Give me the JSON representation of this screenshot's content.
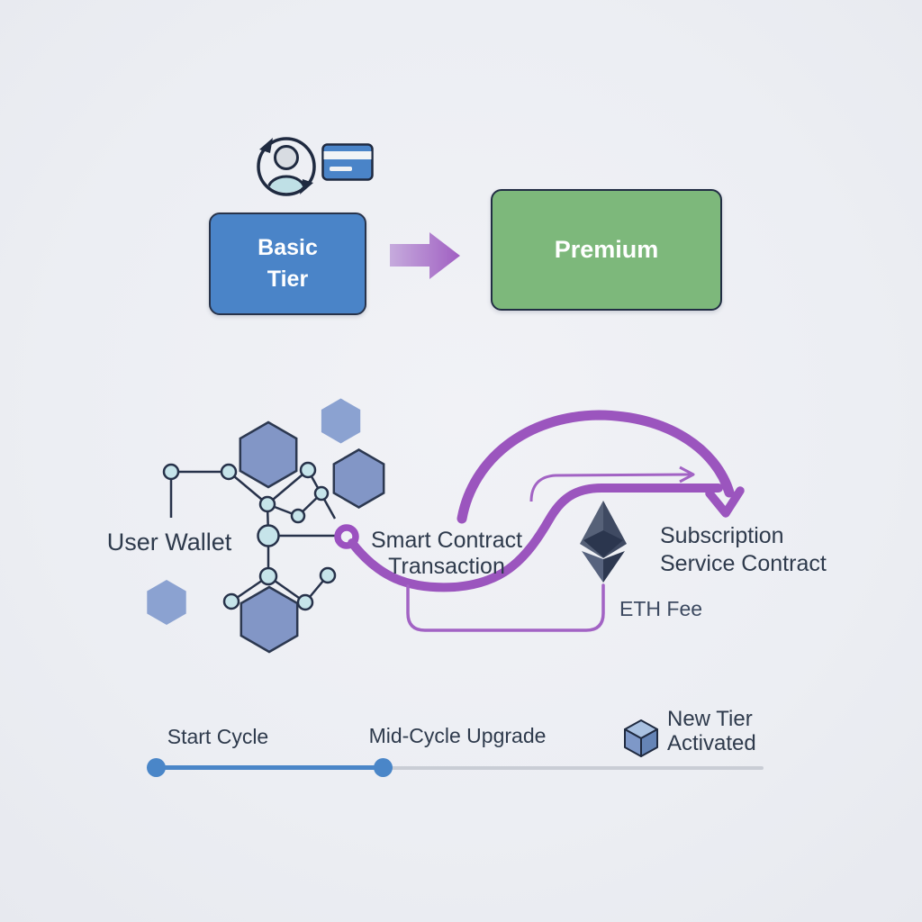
{
  "background": "#edeff4",
  "palette": {
    "tier_blue": "#4a84c8",
    "tier_green": "#7db87b",
    "purple_thick": "#9b55be",
    "purple_thin": "#a263c4",
    "navy_text": "#2e3a4c",
    "hexagon_blue": "#8ba2d1",
    "node_fill": "#c6e4ea",
    "timeline_blue": "#4a86c8",
    "timeline_gray": "#c9cdd5"
  },
  "tier_upgrade": {
    "basic_label": "Basic\nTier",
    "premium_label": "Premium"
  },
  "flow": {
    "user_wallet_label": "User Wallet",
    "smart_contract_label": "Smart Contract\nTransaction",
    "subscription_label": "Subscription\nService Contract",
    "eth_fee_label": "ETH Fee"
  },
  "timeline": {
    "start_label": "Start Cycle",
    "mid_label": "Mid-Cycle Upgrade",
    "end_label": "New Tier\nActivated"
  },
  "icons": {
    "user_cycle": "user-subscription-cycle-icon",
    "credit_card": "credit-card-icon",
    "ethereum": "ethereum-logo-icon",
    "cube": "new-tier-cube-icon"
  }
}
